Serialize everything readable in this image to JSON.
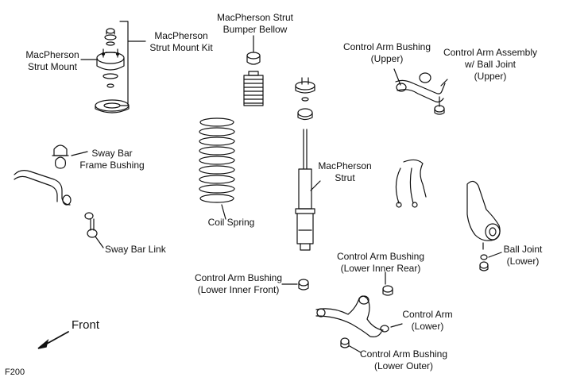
{
  "labels": {
    "strut_mount": [
      "MacPherson",
      "Strut Mount"
    ],
    "strut_mount_kit": [
      "MacPherson",
      "Strut Mount Kit"
    ],
    "bumper_bellow": [
      "MacPherson Strut",
      "Bumper Bellow"
    ],
    "ca_bushing_upper": [
      "Control Arm Bushing",
      "(Upper)"
    ],
    "ca_assembly_upper": [
      "Control Arm Assembly",
      "w/ Ball Joint",
      "(Upper)"
    ],
    "sway_bar_bushing": [
      "Sway Bar",
      "Frame Bushing"
    ],
    "coil_spring": [
      "Coil Spring"
    ],
    "strut": [
      "MacPherson",
      "Strut"
    ],
    "sway_bar_link": [
      "Sway Bar Link"
    ],
    "ca_bushing_lower_rear": [
      "Control Arm Bushing",
      "(Lower Inner Rear)"
    ],
    "ball_joint_lower": [
      "Ball Joint",
      "(Lower)"
    ],
    "ca_bushing_lower_front": [
      "Control Arm Bushing",
      "(Lower Inner Front)"
    ],
    "control_arm_lower": [
      "Control Arm",
      "(Lower)"
    ],
    "ca_bushing_lower_outer": [
      "Control Arm Bushing",
      "(Lower Outer)"
    ],
    "front": [
      "Front"
    ],
    "figure_code": [
      "F200"
    ]
  }
}
